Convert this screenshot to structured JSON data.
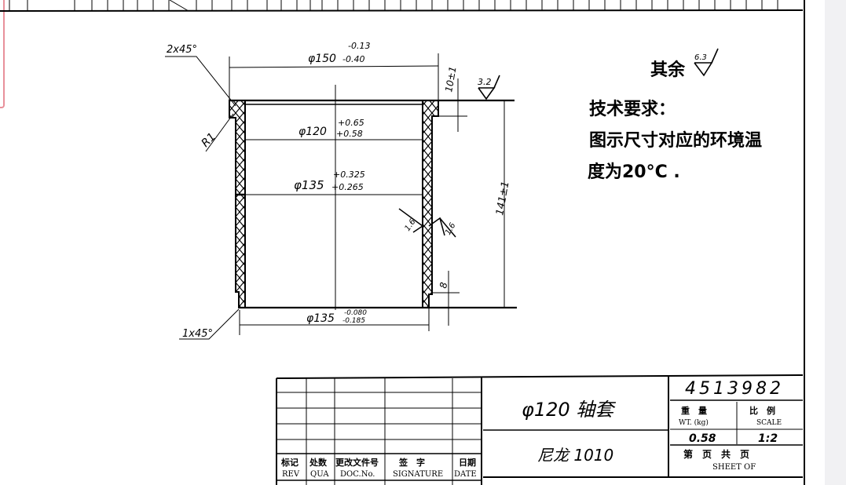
{
  "drawing": {
    "dimensions": {
      "chamfer_top": "2x45°",
      "outer_dia": "φ150",
      "outer_dia_tol_upper": "-0.13",
      "outer_dia_tol_lower": "-0.40",
      "flange_height": "10±1",
      "inner_dia_top": "φ120",
      "inner_dia_top_tol_upper": "+0.65",
      "inner_dia_top_tol_lower": "+0.58",
      "radius": "R1",
      "inner_dia_mid": "φ135",
      "inner_dia_mid_tol_upper": "+0.325",
      "inner_dia_mid_tol_lower": "+0.265",
      "length": "141±1",
      "step_height": "8",
      "outer_dia_bottom": "φ135",
      "outer_dia_bottom_tol_upper": "-0.080",
      "outer_dia_bottom_tol_lower": "-0.185",
      "chamfer_bottom": "1x45°",
      "roughness_face": "3.2",
      "roughness_left": "1.6",
      "roughness_right": "1.6"
    },
    "notes": {
      "general_roughness_label": "其余",
      "general_roughness_value": "6.3",
      "tech_req_title": "技术要求：",
      "tech_req_line1": "图示尺寸对应的环境温",
      "tech_req_line2": "度为20°C ."
    }
  },
  "title_block": {
    "revision_headers": [
      {
        "cn": "标记",
        "en": "REV"
      },
      {
        "cn": "处数",
        "en": "QUA"
      },
      {
        "cn": "更改文件号",
        "en": "DOC.No."
      },
      {
        "cn": "签　字",
        "en": "SIGNATURE"
      },
      {
        "cn": "日期",
        "en": "DATE"
      }
    ],
    "part_name": "φ120 轴套",
    "material": "尼龙 1010",
    "drawing_number": "4513982",
    "weight_label_cn": "重　量",
    "weight_label_en": "WT. (kg)",
    "weight_value": "0.58",
    "scale_label_cn": "比　例",
    "scale_label_en": "SCALE",
    "scale_value": "1:2",
    "sheet_label_cn": "第　页　共　页",
    "sheet_label_en": "SHEET  OF"
  },
  "colors": {
    "ink": "#000000",
    "paper": "#ffffff",
    "scrollbar": "#f1f1f3",
    "selection": "#e8909a"
  }
}
